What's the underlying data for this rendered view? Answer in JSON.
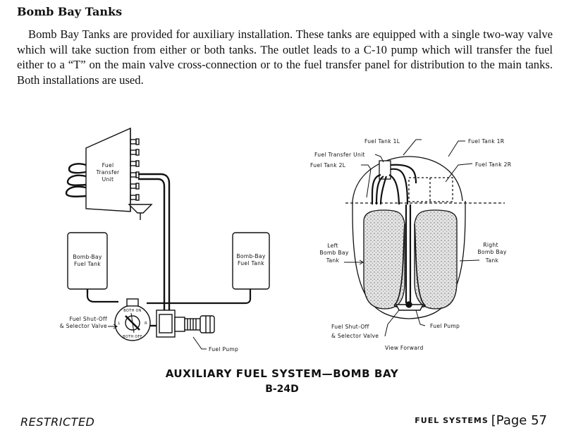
{
  "heading": "Bomb Bay Tanks",
  "paragraph": "Bomb Bay Tanks are provided for auxiliary installation. These tanks are equipped with a single two-way valve which will take suction from either or both tanks. The outlet leads to a C-10 pump which will transfer the fuel either to a “T” on the main valve cross-connection or to the fuel transfer panel for distribution to the main tanks. Both installations are used.",
  "left_diagram": {
    "transfer_unit": [
      "Fuel",
      "Transfer",
      "Unit"
    ],
    "left_tank": [
      "Bomb-Bay",
      "Fuel Tank"
    ],
    "right_tank": [
      "Bomb-Bay",
      "Fuel Tank"
    ],
    "valve_label": [
      "Fuel Shut-Off",
      "& Selector Valve"
    ],
    "pump_label": "Fuel Pump",
    "valve_markings": [
      "BOTH ON",
      "BOTH OFF",
      "R",
      "L"
    ]
  },
  "right_diagram": {
    "tank_1l": "Fuel Tank 1L",
    "tank_1r": "Fuel Tank 1R",
    "transfer_unit": "Fuel Transfer Unit",
    "tank_2l": "Fuel Tank 2L",
    "tank_2r": "Fuel Tank 2R",
    "left_bay": [
      "Left",
      "Bomb Bay",
      "Tank"
    ],
    "right_bay": [
      "Right",
      "Bomb Bay",
      "Tank"
    ],
    "valve_label": [
      "Fuel Shut-Off",
      "& Selector Valve"
    ],
    "pump_label": "Fuel Pump",
    "view": "View Forward"
  },
  "caption_line1": "AUXILIARY FUEL SYSTEM—BOMB BAY",
  "caption_line2": "B-24D",
  "footer_left": "RESTRICTED",
  "footer_section": "FUEL SYSTEMS",
  "footer_page": "[Page 57"
}
